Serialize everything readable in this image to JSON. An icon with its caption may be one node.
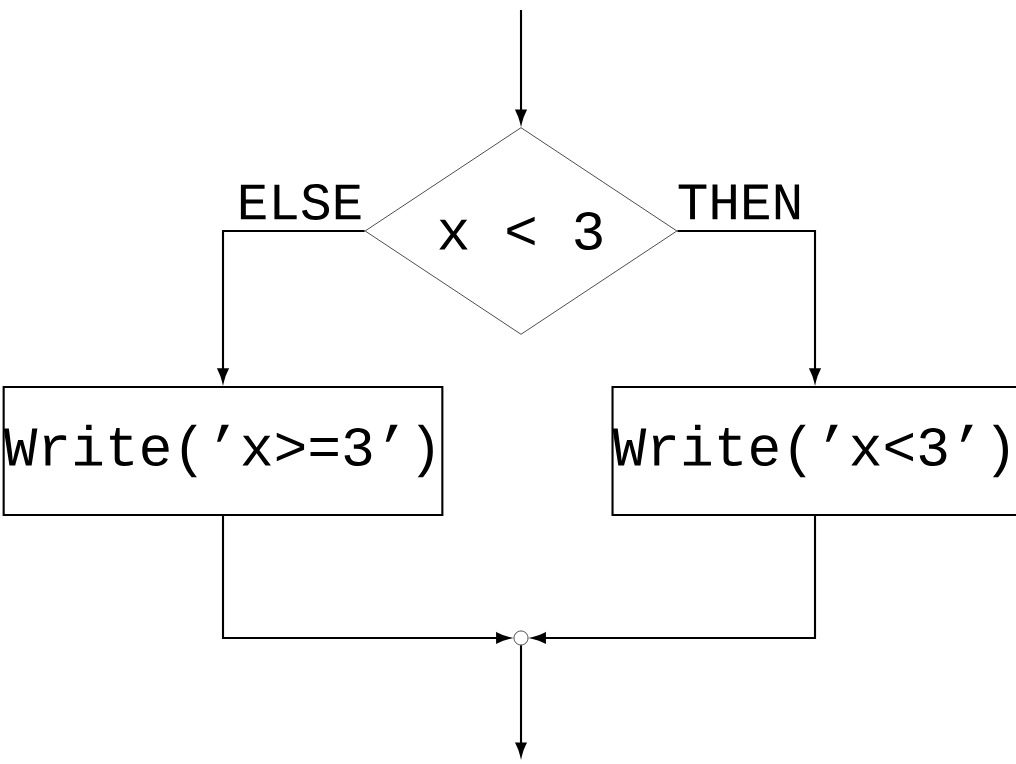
{
  "diagram": {
    "nodes": [
      {
        "text": [
          "x < 3"
        ]
      },
      {
        "text": [
          "Write(’x>=3’)"
        ]
      },
      {
        "text": [
          "Write(’x<3’)"
        ]
      },
      {
        "text": [],
        "shape": "circle"
      }
    ],
    "edges": [
      {
        "from": null,
        "to": 0,
        "arrow": "to"
      },
      {
        "from": 0,
        "to": 1,
        "arrow": "to",
        "label": "ELSE"
      },
      {
        "from": 0,
        "to": 2,
        "arrow": "to",
        "label": "THEN"
      },
      {
        "from": 1,
        "to": 3,
        "arrow": "to"
      },
      {
        "from": 2,
        "to": 3,
        "arrow": "to"
      },
      {
        "from": 3,
        "to": null,
        "arrow": "to"
      }
    ]
  }
}
